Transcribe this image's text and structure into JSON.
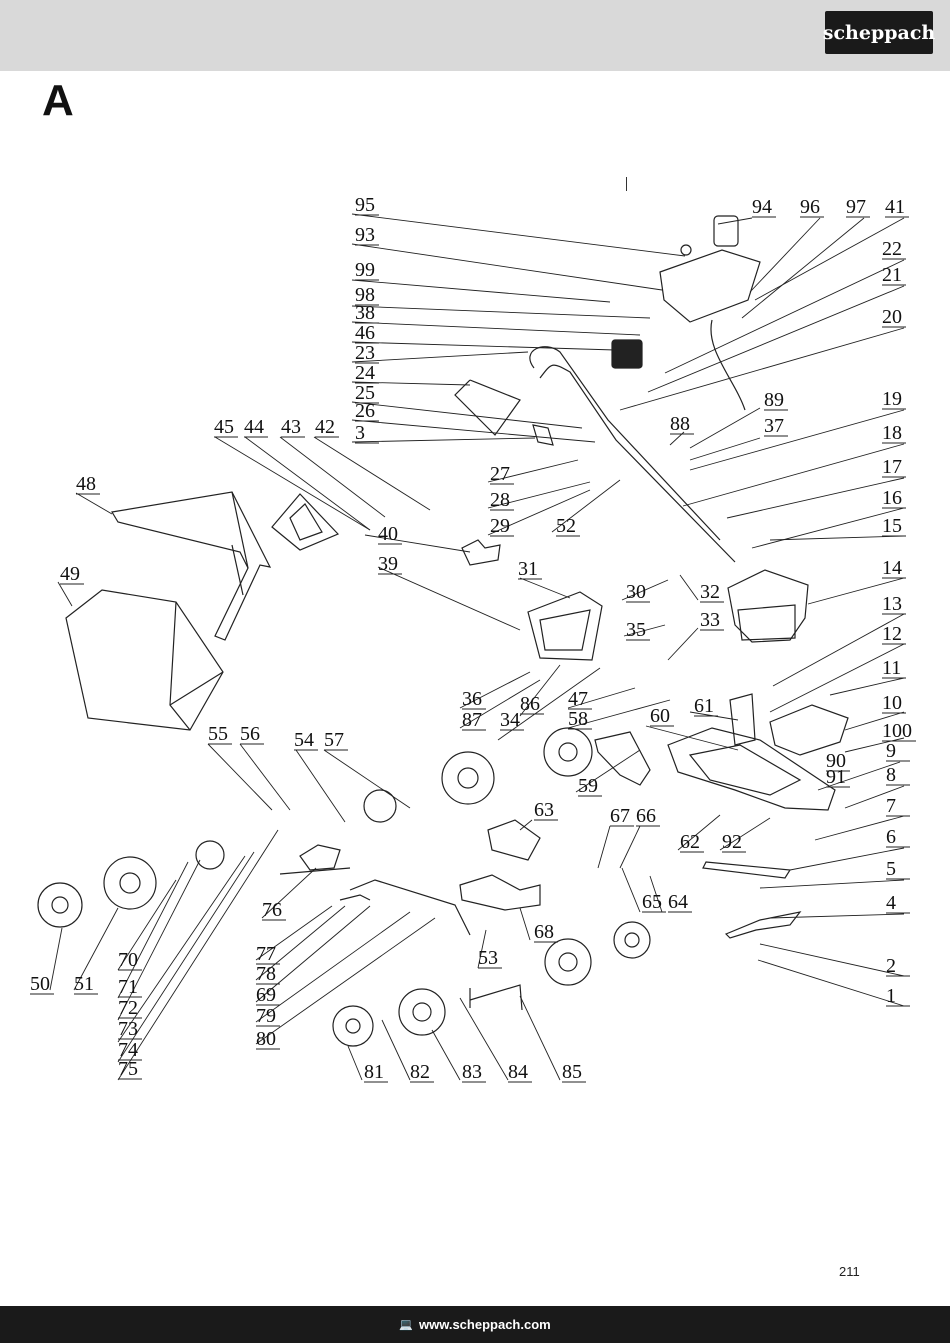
{
  "brand": "scheppach",
  "section_letter": "A",
  "page_number": "211",
  "footer": {
    "url": "www.scheppach.com",
    "icon": "monitor-icon"
  },
  "labels": [
    "95",
    "93",
    "99",
    "98",
    "38",
    "46",
    "23",
    "24",
    "25",
    "26",
    "3",
    "45",
    "44",
    "43",
    "42",
    "48",
    "49",
    "40",
    "39",
    "94",
    "96",
    "97",
    "41",
    "22",
    "21",
    "20",
    "19",
    "18",
    "17",
    "16",
    "15",
    "14",
    "13",
    "12",
    "11",
    "10",
    "100",
    "90",
    "9",
    "91",
    "8",
    "7",
    "6",
    "5",
    "4",
    "2",
    "1",
    "88",
    "89",
    "37",
    "27",
    "28",
    "29",
    "52",
    "31",
    "30",
    "32",
    "35",
    "33",
    "36",
    "87",
    "86",
    "34",
    "47",
    "58",
    "60",
    "61",
    "55",
    "56",
    "54",
    "57",
    "59",
    "63",
    "62",
    "92",
    "67",
    "66",
    "65",
    "64",
    "68",
    "53",
    "76",
    "50",
    "51",
    "70",
    "71",
    "72",
    "73",
    "74",
    "75",
    "77",
    "78",
    "69",
    "79",
    "80",
    "81",
    "82",
    "83",
    "84",
    "85"
  ]
}
